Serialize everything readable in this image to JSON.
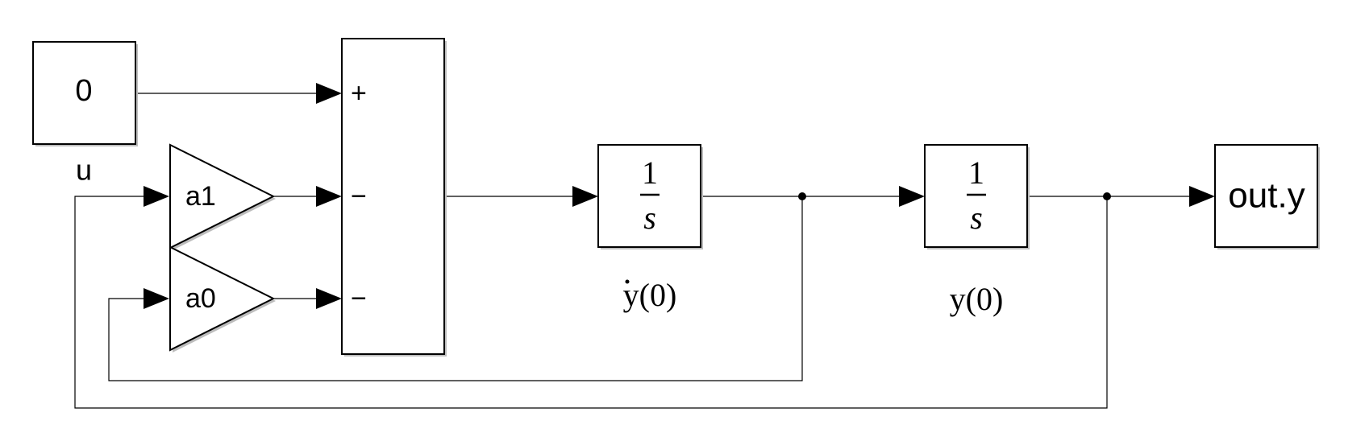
{
  "constant_block": {
    "value": "0",
    "label": "u"
  },
  "gain_a1": {
    "label": "a1"
  },
  "gain_a0": {
    "label": "a0"
  },
  "sum_block": {
    "signs": [
      "+",
      "−",
      "−"
    ]
  },
  "integrator_1": {
    "numerator": "1",
    "denominator": "s",
    "initial_condition_label": "y(0)"
  },
  "integrator_2": {
    "numerator": "1",
    "denominator": "s",
    "initial_condition_label": "y(0)"
  },
  "output_block": {
    "label": "out.y"
  }
}
